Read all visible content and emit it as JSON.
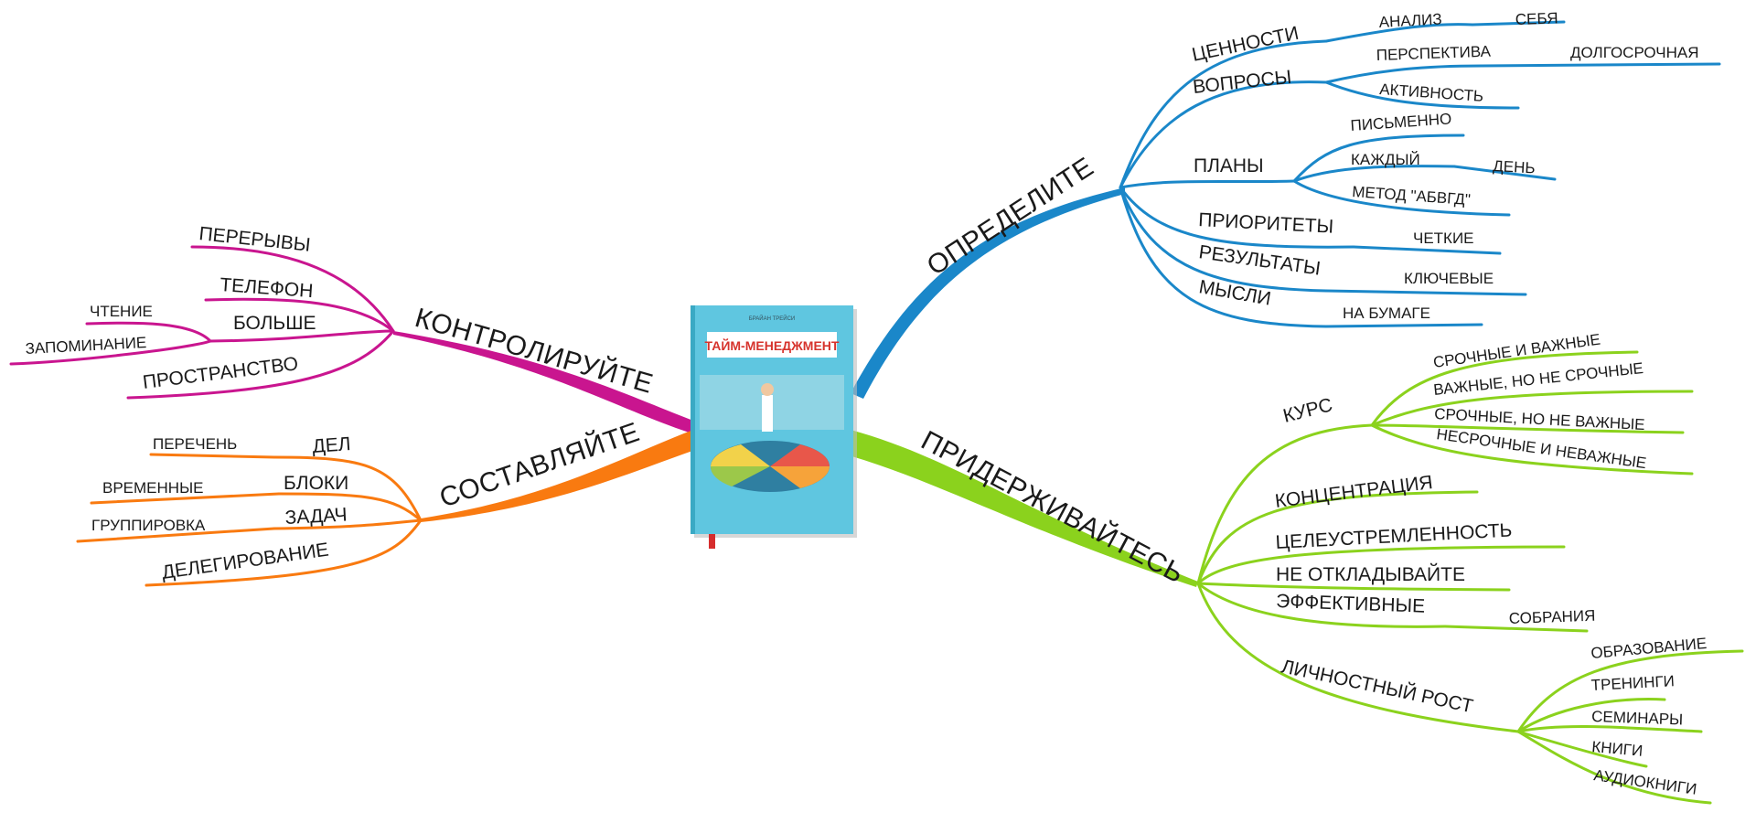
{
  "book": {
    "author": "БРАЙАН ТРЕЙСИ",
    "title": "ТАЙМ-МЕНЕДЖМЕНТ"
  },
  "colors": {
    "blue": "#1a87c9",
    "green": "#8bd21d",
    "magenta": "#c9158f",
    "orange": "#f97a10"
  },
  "branches": {
    "define": {
      "label": "ОПРЕДЕЛИТЕ",
      "nodes": {
        "values": "ЦЕННОСТИ",
        "questions": "ВОПРОСЫ",
        "analysis": "АНАЛИЗ",
        "self": "СЕБЯ",
        "perspective": "ПЕРСПЕКТИВА",
        "long_term": "ДОЛГОСРОЧНАЯ",
        "activity": "АКТИВНОСТЬ",
        "plans": "ПЛАНЫ",
        "in_writing": "ПИСЬМЕННО",
        "every": "КАЖДЫЙ",
        "day": "ДЕНЬ",
        "method": "МЕТОД \"АБВГД\"",
        "priorities": "ПРИОРИТЕТЫ",
        "clear": "ЧЕТКИЕ",
        "results": "РЕЗУЛЬТАТЫ",
        "key": "КЛЮЧЕВЫЕ",
        "thoughts": "МЫСЛИ",
        "on_paper": "НА БУМАГЕ"
      }
    },
    "stick": {
      "label": "ПРИДЕРЖИВАЙТЕСЬ",
      "nodes": {
        "course": "КУРС",
        "urgent_important": "СРОЧНЫЕ И ВАЖНЫЕ",
        "important_not_urgent": "ВАЖНЫЕ, НО НЕ СРОЧНЫЕ",
        "urgent_not_important": "СРОЧНЫЕ, НО НЕ ВАЖНЫЕ",
        "not_urgent_not_important": "НЕСРОЧНЫЕ И НЕВАЖНЫЕ",
        "concentration": "КОНЦЕНТРАЦИЯ",
        "purposefulness": "ЦЕЛЕУСТРЕМЛЕННОСТЬ",
        "dont_delay": "НЕ ОТКЛАДЫВАЙТЕ",
        "effective": "ЭФФЕКТИВНЫЕ",
        "meetings": "СОБРАНИЯ",
        "personal_growth": "ЛИЧНОСТНЫЙ РОСТ",
        "education": "ОБРАЗОВАНИЕ",
        "trainings": "ТРЕНИНГИ",
        "seminars": "СЕМИНАРЫ",
        "books": "КНИГИ",
        "audiobooks": "АУДИОКНИГИ"
      }
    },
    "control": {
      "label": "КОНТРОЛИРУЙТЕ",
      "nodes": {
        "breaks": "ПЕРЕРЫВЫ",
        "phone": "ТЕЛЕФОН",
        "more": "БОЛЬШЕ",
        "reading": "ЧТЕНИЕ",
        "memorizing": "ЗАПОМИНАНИЕ",
        "space": "ПРОСТРАНСТВО"
      }
    },
    "compose": {
      "label": "СОСТАВЛЯЙТЕ",
      "nodes": {
        "list": "ПЕРЕЧЕНЬ",
        "tasks_of": "ДЕЛ",
        "temporary": "ВРЕМЕННЫЕ",
        "blocks": "БЛОКИ",
        "grouping": "ГРУППИРОВКА",
        "tasks": "ЗАДАЧ",
        "delegation": "ДЕЛЕГИРОВАНИЕ"
      }
    }
  }
}
